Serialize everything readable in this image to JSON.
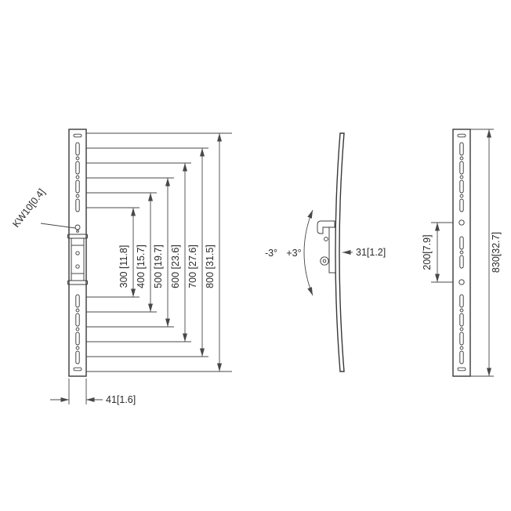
{
  "front_view": {
    "kw_label": "KW10[0.4]",
    "width_dim": "41[1.6]",
    "pitch_dims": [
      {
        "label": "300 [11.8]"
      },
      {
        "label": "400 [15.7]"
      },
      {
        "label": "500 [19.7]"
      },
      {
        "label": "600 [23.6]"
      },
      {
        "label": "700 [27.6]"
      },
      {
        "label": "800 [31.5]"
      }
    ]
  },
  "side_view": {
    "tilt_negative": "-3°",
    "tilt_positive": "+3°",
    "depth_dim": "31[1.2]"
  },
  "rear_view": {
    "pitch_dim": "200[7.9]",
    "height_dim": "830[32.7]"
  }
}
